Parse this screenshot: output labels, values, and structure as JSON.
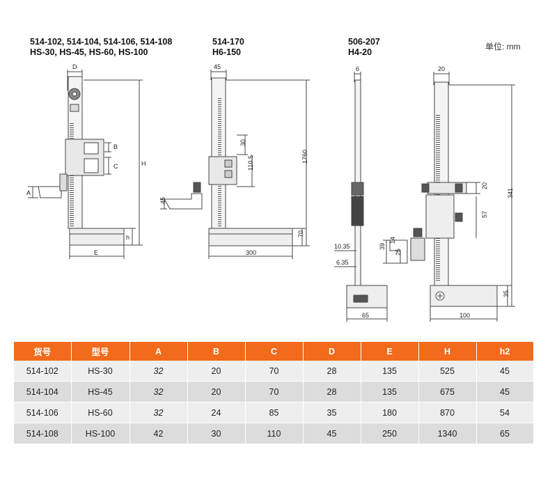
{
  "headings": {
    "group1_line1": "514-102, 514-104, 514-106, 514-108",
    "group1_line2": "HS-30, HS-45, HS-60, HS-100",
    "group2_line1": "514-170",
    "group2_line2": "H6-150",
    "group3_line1": "506-207",
    "group3_line2": "H4-20",
    "unit_label": "单位: mm"
  },
  "drawing_labels": {
    "d1": {
      "D": "D",
      "B": "B",
      "C": "C",
      "H": "H",
      "A": "A",
      "h": "h",
      "E": "E"
    },
    "d2": {
      "w45": "45",
      "v30": "30",
      "v110": "110.5",
      "v1760": "1760",
      "v45": "45",
      "v70": "70",
      "w300": "300"
    },
    "d3": {
      "w6": "6",
      "v1035": "10.35",
      "v635": "6.35",
      "w65": "65"
    },
    "d4": {
      "w20": "20",
      "v20": "20",
      "v57": "57",
      "v341": "341",
      "v39": "39",
      "v14": "14",
      "v25": "25",
      "v35": "35",
      "w100": "100"
    }
  },
  "table": {
    "headers": [
      "货号",
      "型号",
      "A",
      "B",
      "C",
      "D",
      "E",
      "H",
      "h2"
    ],
    "rows": [
      [
        "514-102",
        "HS-30",
        "32",
        "20",
        "70",
        "28",
        "135",
        "525",
        "45"
      ],
      [
        "514-104",
        "HS-45",
        "32",
        "20",
        "70",
        "28",
        "135",
        "675",
        "45"
      ],
      [
        "514-106",
        "HS-60",
        "32",
        "24",
        "85",
        "35",
        "180",
        "870",
        "54"
      ],
      [
        "514-108",
        "HS-100",
        "42",
        "30",
        "110",
        "45",
        "250",
        "1340",
        "65"
      ]
    ]
  },
  "colors": {
    "header_bg": "#f26a1b",
    "row_light": "#eeeeee",
    "row_dark": "#dcdcdc"
  }
}
